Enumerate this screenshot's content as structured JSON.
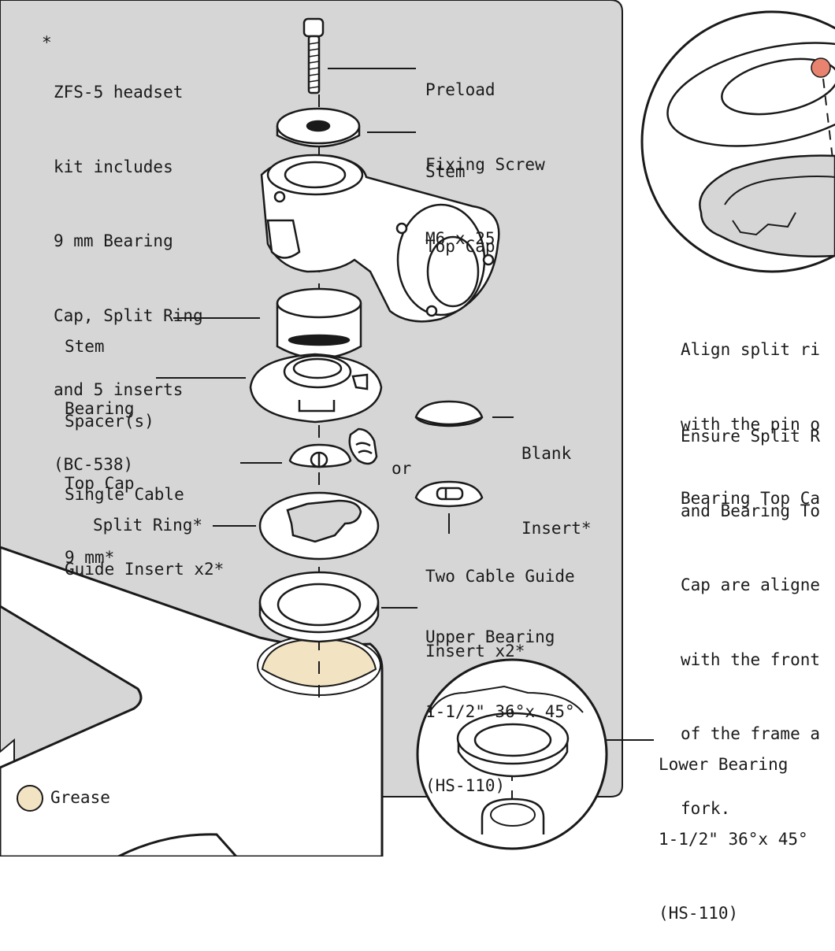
{
  "kit_note": {
    "asterisk": "*",
    "lines": [
      "ZFS-5 headset",
      "kit includes",
      "9 mm Bearing",
      "Cap, Split Ring",
      "and 5 inserts",
      "(BC-538)"
    ]
  },
  "parts": {
    "preload_screw": [
      "Preload",
      "Fixing Screw",
      "M6 x 25"
    ],
    "stem_top_cap": [
      "Stem",
      "Top Cap"
    ],
    "stem_spacers": [
      "Stem",
      "Spacer(s)"
    ],
    "bearing_top_cap": [
      "Bearing",
      "Top Cap",
      "9 mm*"
    ],
    "blank_insert": [
      "Blank",
      "Insert*"
    ],
    "or_word": "or",
    "single_cable_guide": [
      "Single Cable",
      "Guide Insert x2*"
    ],
    "split_ring": "Split Ring*",
    "two_cable_guide": [
      "Two Cable Guide",
      "Insert x2*"
    ],
    "upper_bearing": [
      "Upper Bearing",
      "1-1/2\" 36°x 45°",
      "(HS-110)"
    ],
    "lower_bearing": [
      "Lower Bearing",
      "1-1/2\" 36°x 45°",
      "(HS-110)"
    ]
  },
  "instructions": {
    "align": [
      "Align split ri",
      "with the pin o",
      "Bearing Top Ca"
    ],
    "ensure": [
      "Ensure Split R",
      "and Bearing To",
      "Cap are aligne",
      "with the front",
      "of the frame a",
      "fork."
    ]
  },
  "legend": {
    "grease": "Grease"
  },
  "colors": {
    "panel": "#d6d6d6",
    "grease": "#f2e3c3",
    "line": "#1a1a1a",
    "pin": "#e8836f"
  }
}
